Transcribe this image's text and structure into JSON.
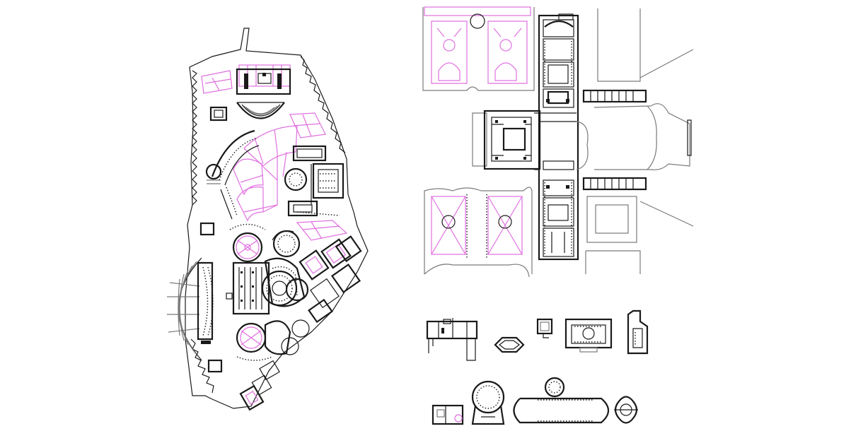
{
  "drawing": {
    "colors": {
      "background": "#ffffff",
      "linework": "#1a1a1a",
      "secondary": "#7a7a7a",
      "garden": "#e070e0"
    },
    "panels": [
      {
        "name": "villa-site-plan"
      },
      {
        "name": "palace-plan"
      },
      {
        "name": "detail-plans"
      }
    ]
  }
}
